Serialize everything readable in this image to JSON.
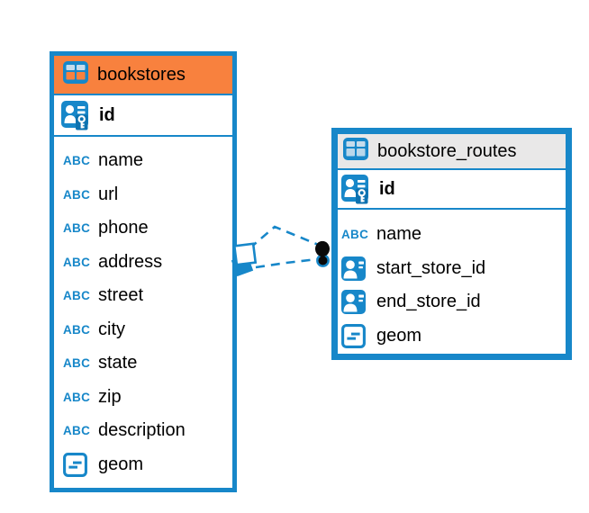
{
  "diagram": {
    "colors": {
      "accent_blue": "#1787C9",
      "bookstores_header_orange": "#F8813E",
      "routes_header_gray": "#E9E8E8",
      "icon_cell_light_blue": "#B9D7EA",
      "text": "#000000",
      "canvas": "#FFFFFF",
      "relation_dot_black": "#0A0A0A"
    },
    "entities": [
      {
        "id": "bookstores",
        "title": "bookstores",
        "title_icon": "table-icon",
        "primary_key": {
          "label": "id",
          "icon": "primary-key-icon"
        },
        "columns": [
          {
            "label": "name",
            "icon": "text-type-icon"
          },
          {
            "label": "url",
            "icon": "text-type-icon"
          },
          {
            "label": "phone",
            "icon": "text-type-icon"
          },
          {
            "label": "address",
            "icon": "text-type-icon"
          },
          {
            "label": "street",
            "icon": "text-type-icon"
          },
          {
            "label": "city",
            "icon": "text-type-icon"
          },
          {
            "label": "state",
            "icon": "text-type-icon"
          },
          {
            "label": "zip",
            "icon": "text-type-icon"
          },
          {
            "label": "description",
            "icon": "text-type-icon"
          },
          {
            "label": "geom",
            "icon": "geometry-type-icon"
          }
        ]
      },
      {
        "id": "bookstore_routes",
        "title": "bookstore_routes",
        "title_icon": "table-icon",
        "primary_key": {
          "label": "id",
          "icon": "primary-key-icon"
        },
        "columns": [
          {
            "label": "name",
            "icon": "text-type-icon"
          },
          {
            "label": "start_store_id",
            "icon": "foreign-key-icon"
          },
          {
            "label": "end_store_id",
            "icon": "foreign-key-icon"
          },
          {
            "label": "geom",
            "icon": "geometry-type-icon"
          }
        ]
      }
    ],
    "relations": [
      {
        "from": "bookstore_routes",
        "to": "bookstores",
        "style": "dashed"
      },
      {
        "from": "bookstore_routes",
        "to": "bookstores",
        "style": "dashed"
      }
    ],
    "icon_glyphs": {
      "text-type-icon": "ABC"
    }
  }
}
